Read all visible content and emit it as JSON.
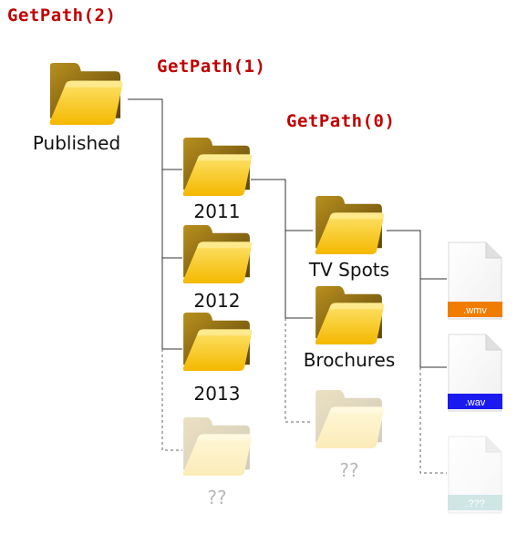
{
  "colors": {
    "accent_red": "#c00000",
    "folder_back": "#8b6a14",
    "folder_front": "#f7c51a",
    "line": "#333333",
    "line_faded": "#777777",
    "wmv": "#f07c00",
    "wav": "#1a1aee",
    "unknown": "#a9d3d1"
  },
  "labels": {
    "getpath_2": "GetPath(2)",
    "getpath_1": "GetPath(1)",
    "getpath_0": "GetPath(0)"
  },
  "tree": {
    "root": {
      "label": "Published",
      "icon": "folder-icon"
    },
    "years": [
      {
        "label": "2011",
        "icon": "folder-icon"
      },
      {
        "label": "2012",
        "icon": "folder-icon"
      },
      {
        "label": "2013",
        "icon": "folder-icon"
      },
      {
        "label": "??",
        "icon": "folder-icon",
        "faded": true
      }
    ],
    "subfolders": [
      {
        "label": "TV Spots",
        "icon": "folder-icon"
      },
      {
        "label": "Brochures",
        "icon": "folder-icon"
      },
      {
        "label": "??",
        "icon": "folder-icon",
        "faded": true
      }
    ],
    "files": [
      {
        "ext": ".wmv",
        "icon": "file-icon"
      },
      {
        "ext": ".wav",
        "icon": "file-icon"
      },
      {
        "ext": ".???",
        "icon": "file-icon",
        "faded": true
      }
    ]
  }
}
